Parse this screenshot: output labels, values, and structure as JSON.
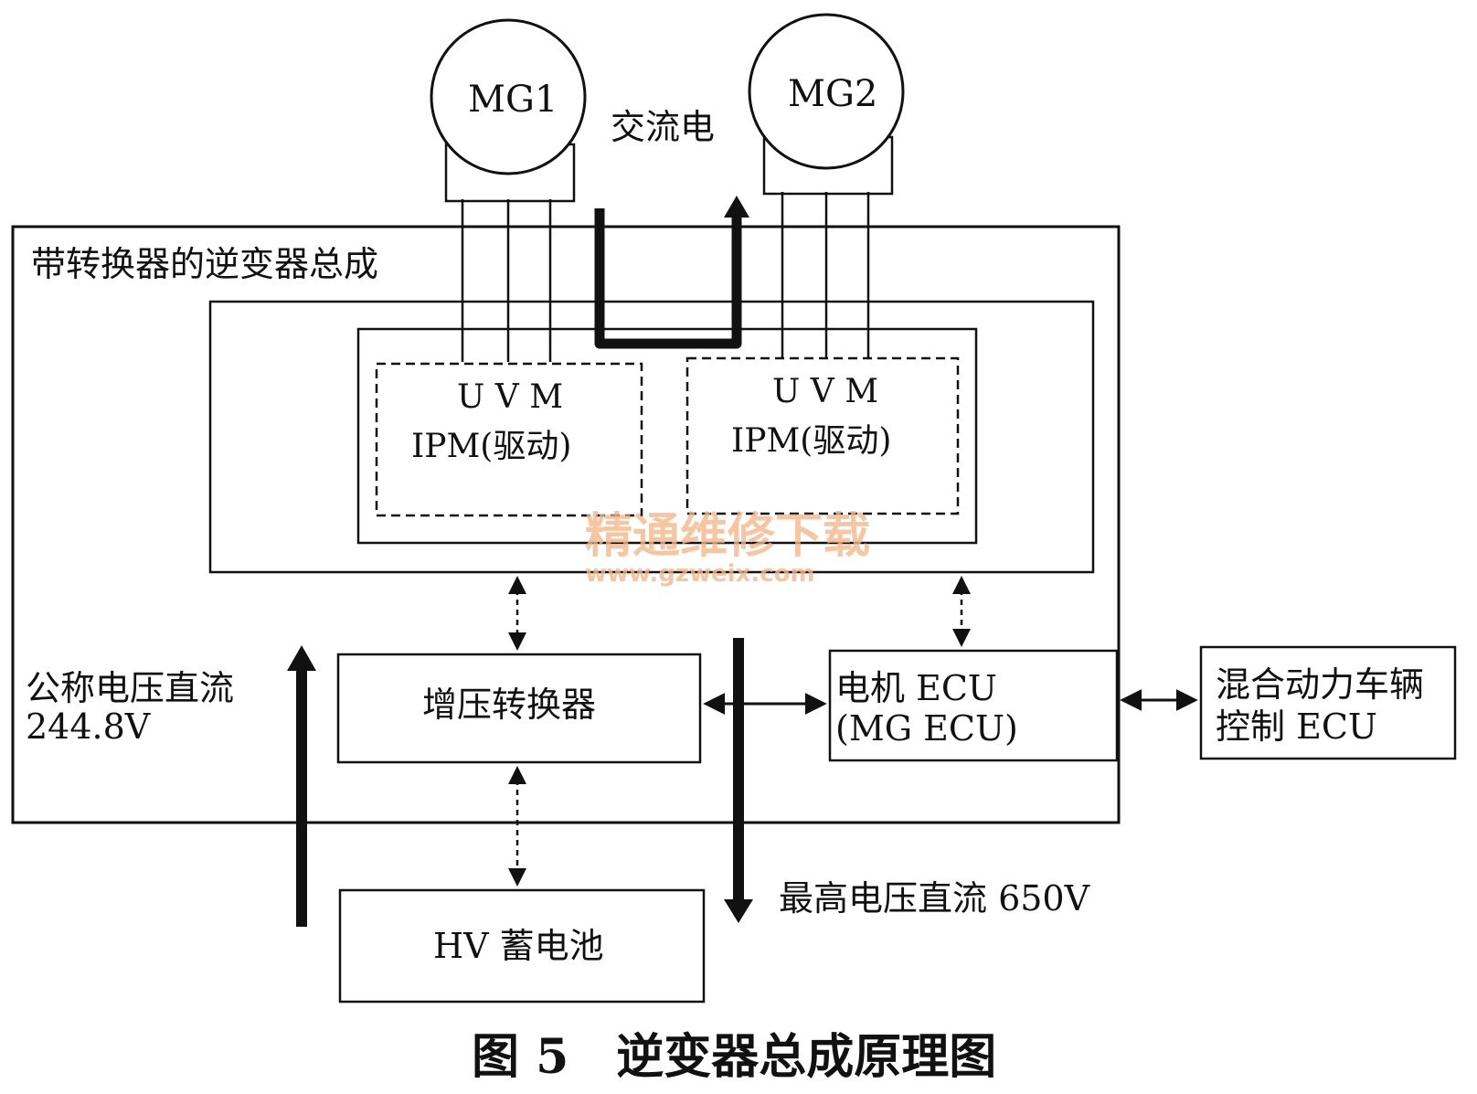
{
  "motors": {
    "mg1": "MG1",
    "mg2": "MG2",
    "ac_label": "交流电"
  },
  "assembly": {
    "title": "带转换器的逆变器总成"
  },
  "ipm_left": {
    "phases": "U V M",
    "label": "IPM(驱动)"
  },
  "ipm_right": {
    "phases": "U V M",
    "label": "IPM(驱动)"
  },
  "watermark": {
    "line1": "精通维修下载",
    "line2": "www.gzweix.com"
  },
  "nominal_voltage": {
    "line1": "公称电压直流",
    "line2": "244.8V"
  },
  "boost_converter": {
    "label": "增压转换器"
  },
  "motor_ecu": {
    "line1": "电机 ECU",
    "line2": "(MG ECU)"
  },
  "hybrid_ecu": {
    "line1": "混合动力车辆",
    "line2": "控制 ECU"
  },
  "max_voltage": {
    "label": "最高电压直流 650V"
  },
  "battery": {
    "label": "HV 蓄电池"
  },
  "caption": {
    "text": "图 5　逆变器总成原理图"
  },
  "colors": {
    "line": "#111111",
    "watermark": "#f3b98a"
  }
}
